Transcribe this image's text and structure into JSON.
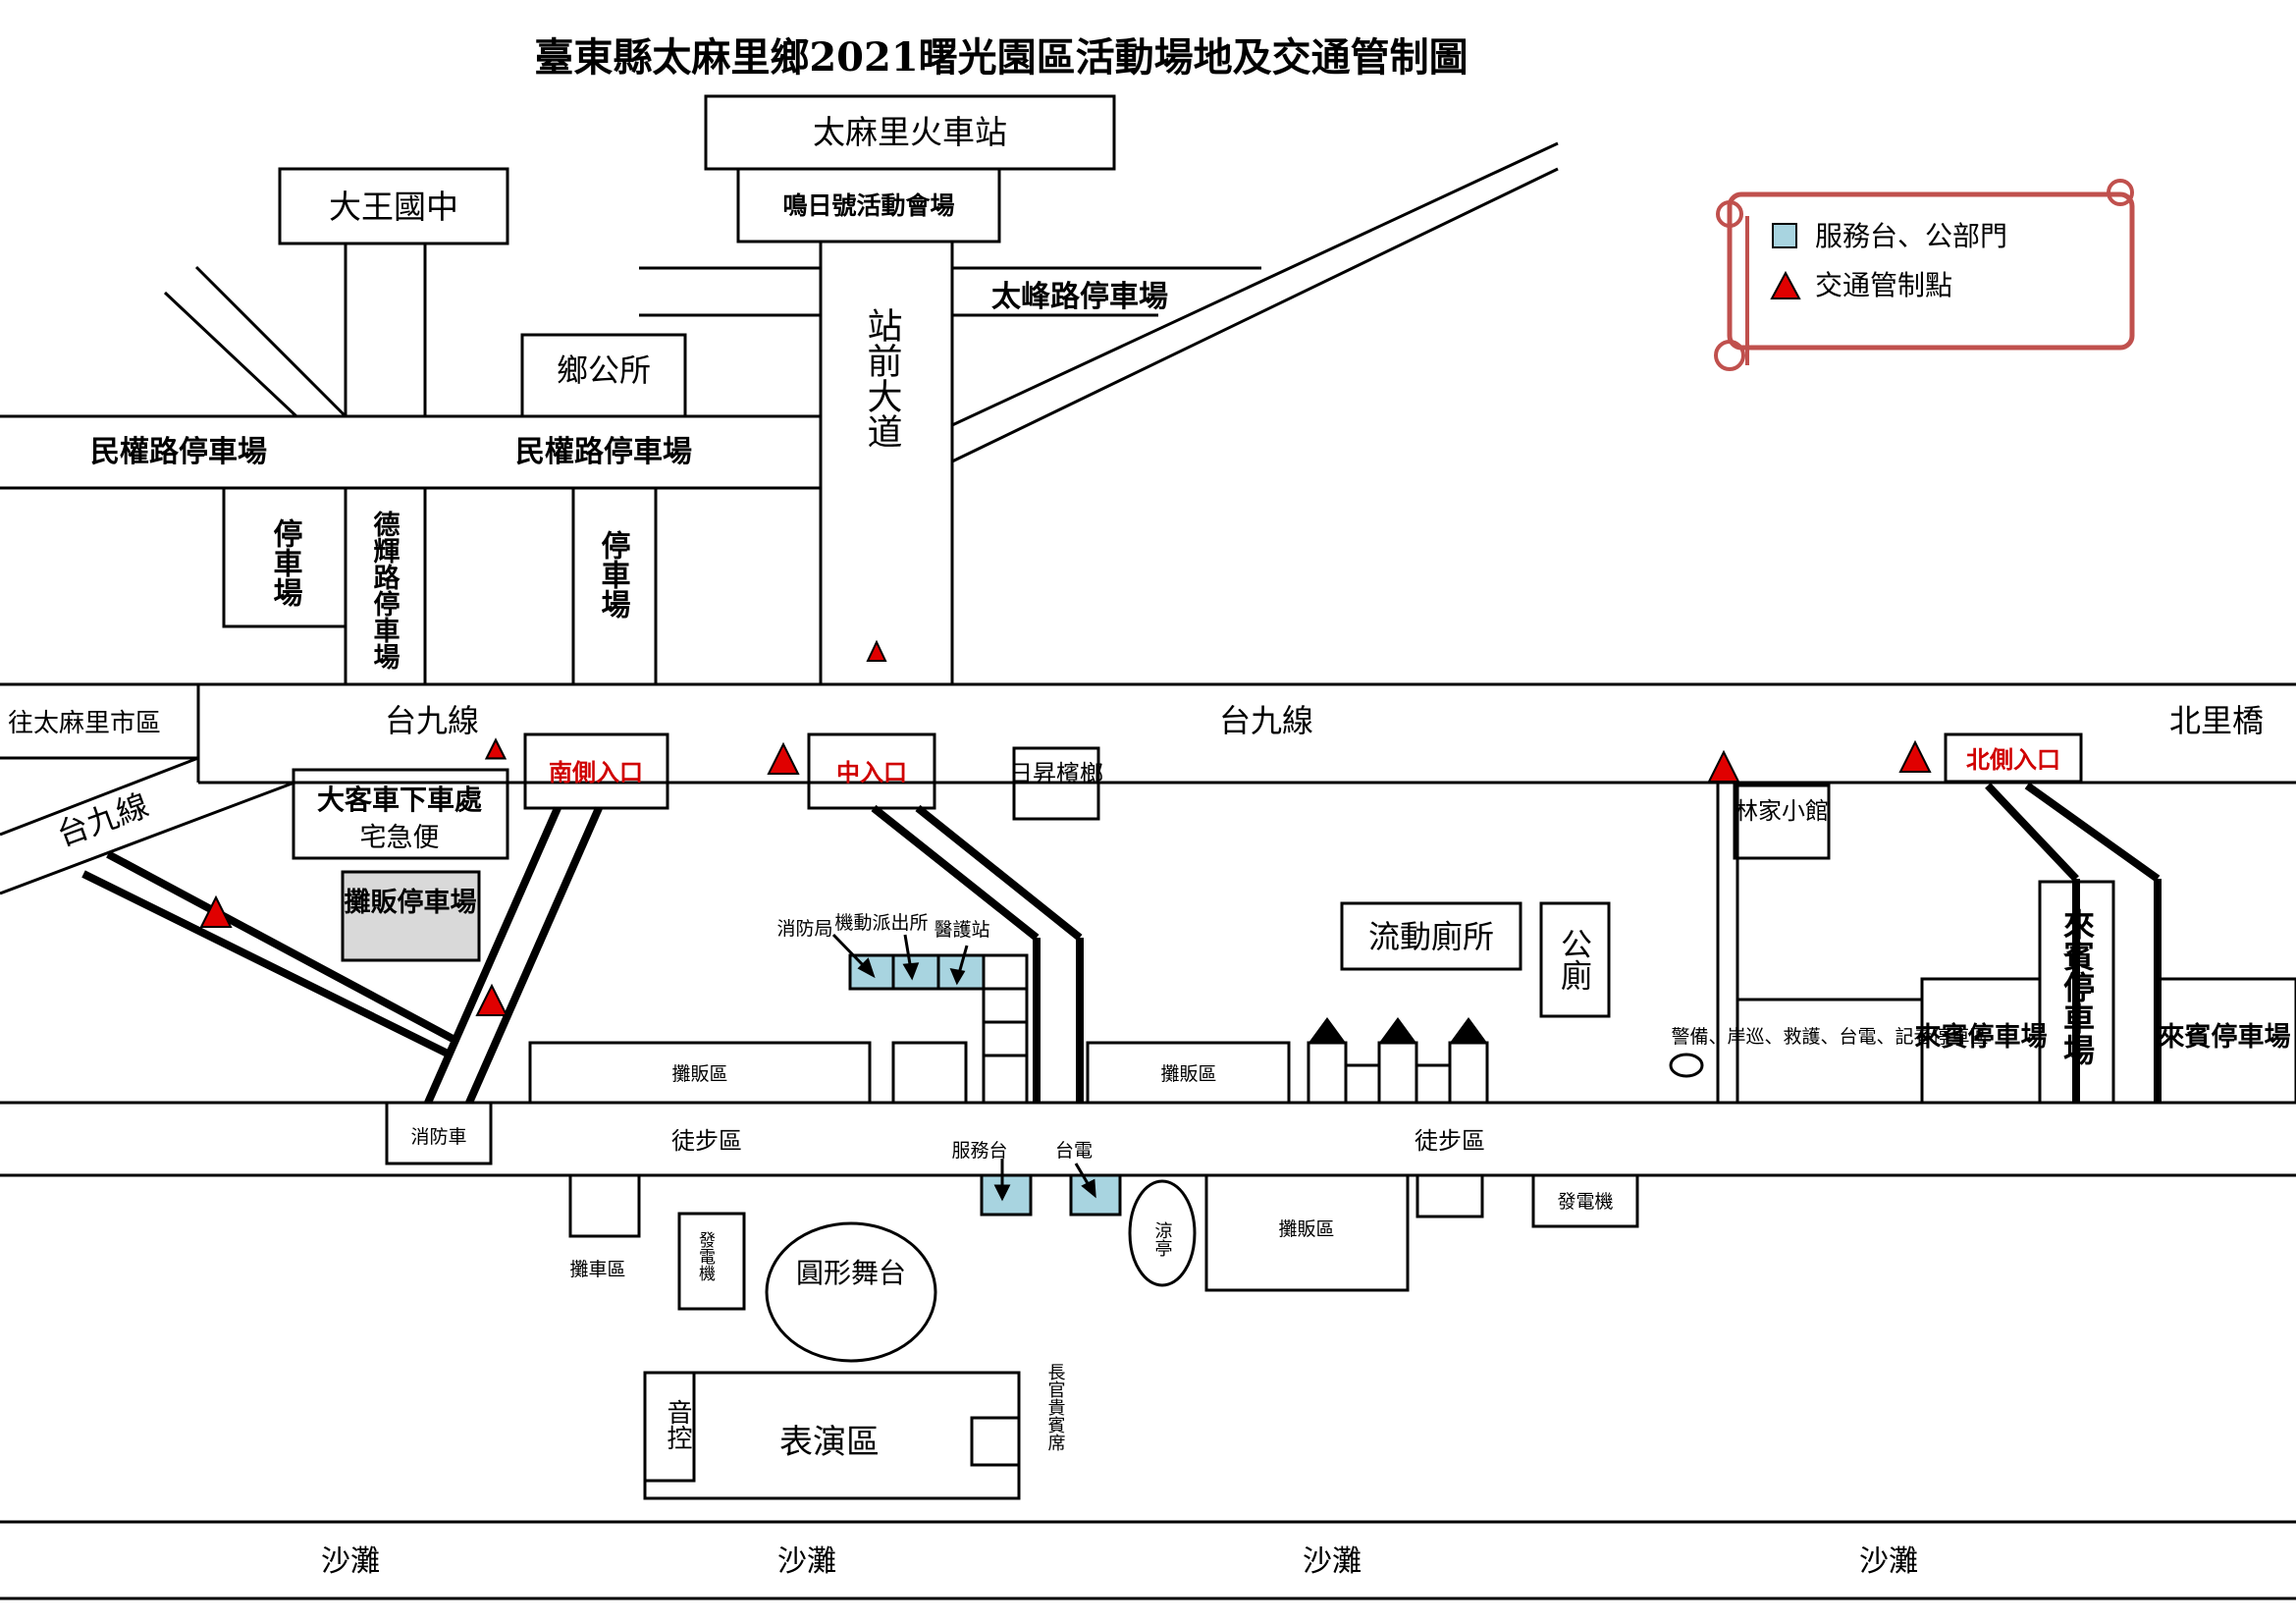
{
  "title": "臺東縣太麻里鄉2021曙光園區活動場地及交通管制圖",
  "legend": {
    "items": [
      {
        "label": "服務台、公部門",
        "symbol": "light-blue-square",
        "color": "#a8d4e0"
      },
      {
        "label": "交通管制點",
        "symbol": "red-triangle",
        "color": "#e00000"
      }
    ],
    "border_color": "#c0504d"
  },
  "colors": {
    "service": "#a8d4e0",
    "control": "#e00000",
    "entrance_text": "#d00000",
    "vendor_parking": "#d9d9d9"
  },
  "places": {
    "train_station": "太麻里火車站",
    "sunrise_venue": "鳴日號活動會場",
    "dawang_school": "大王國中",
    "township_office": "鄉公所",
    "taifeng_parking": "太峰路停車場",
    "minquan_parking_1": "民權路停車場",
    "minquan_parking_2": "民權路停車場",
    "station_avenue": "站前大道",
    "parking_1": "停車場",
    "dehui_parking": "德輝路停車場",
    "parking_2": "停車場",
    "to_city": "往太麻里市區",
    "hwy9_1": "台九線",
    "hwy9_2": "台九線",
    "hwy9_3": "台九線",
    "beili_bridge": "北里橋",
    "south_entrance": "南側入口",
    "middle_entrance": "中入口",
    "north_entrance": "北側入口",
    "bus_dropoff": "大客車下車處",
    "delivery": "宅急便",
    "rishengbinglang": "日昇檳榔",
    "lin_restaurant": "林家小館",
    "vendor_parking": "攤販停車場",
    "fire_bureau": "消防局",
    "police_station": "機動派出所",
    "medical_station": "醫護站",
    "mobile_toilet": "流動廁所",
    "public_toilet": "公廁",
    "security_area": "警備、岸巡、救護、台電、記者停車區",
    "vip_parking_1": "來賓停車場",
    "vip_parking_2": "來賓停車場",
    "vip_parking_3": "來賓停車場",
    "vendor_area_1": "攤販區",
    "vendor_area_2": "攤販區",
    "vendor_area_3": "攤販區",
    "fire_truck": "消防車",
    "walking_area_1": "徒步區",
    "walking_area_2": "徒步區",
    "service_desk": "服務台",
    "taipower": "台電",
    "generator_1": "發電機",
    "generator_2": "發電機",
    "vehicle_area": "攤車區",
    "round_stage": "圓形舞台",
    "pavilion": "涼亭",
    "sound_control": "音控",
    "performance_area": "表演區",
    "vip_seats": "長官貴賓席",
    "beach_1": "沙灘",
    "beach_2": "沙灘",
    "beach_3": "沙灘",
    "beach_4": "沙灘"
  }
}
